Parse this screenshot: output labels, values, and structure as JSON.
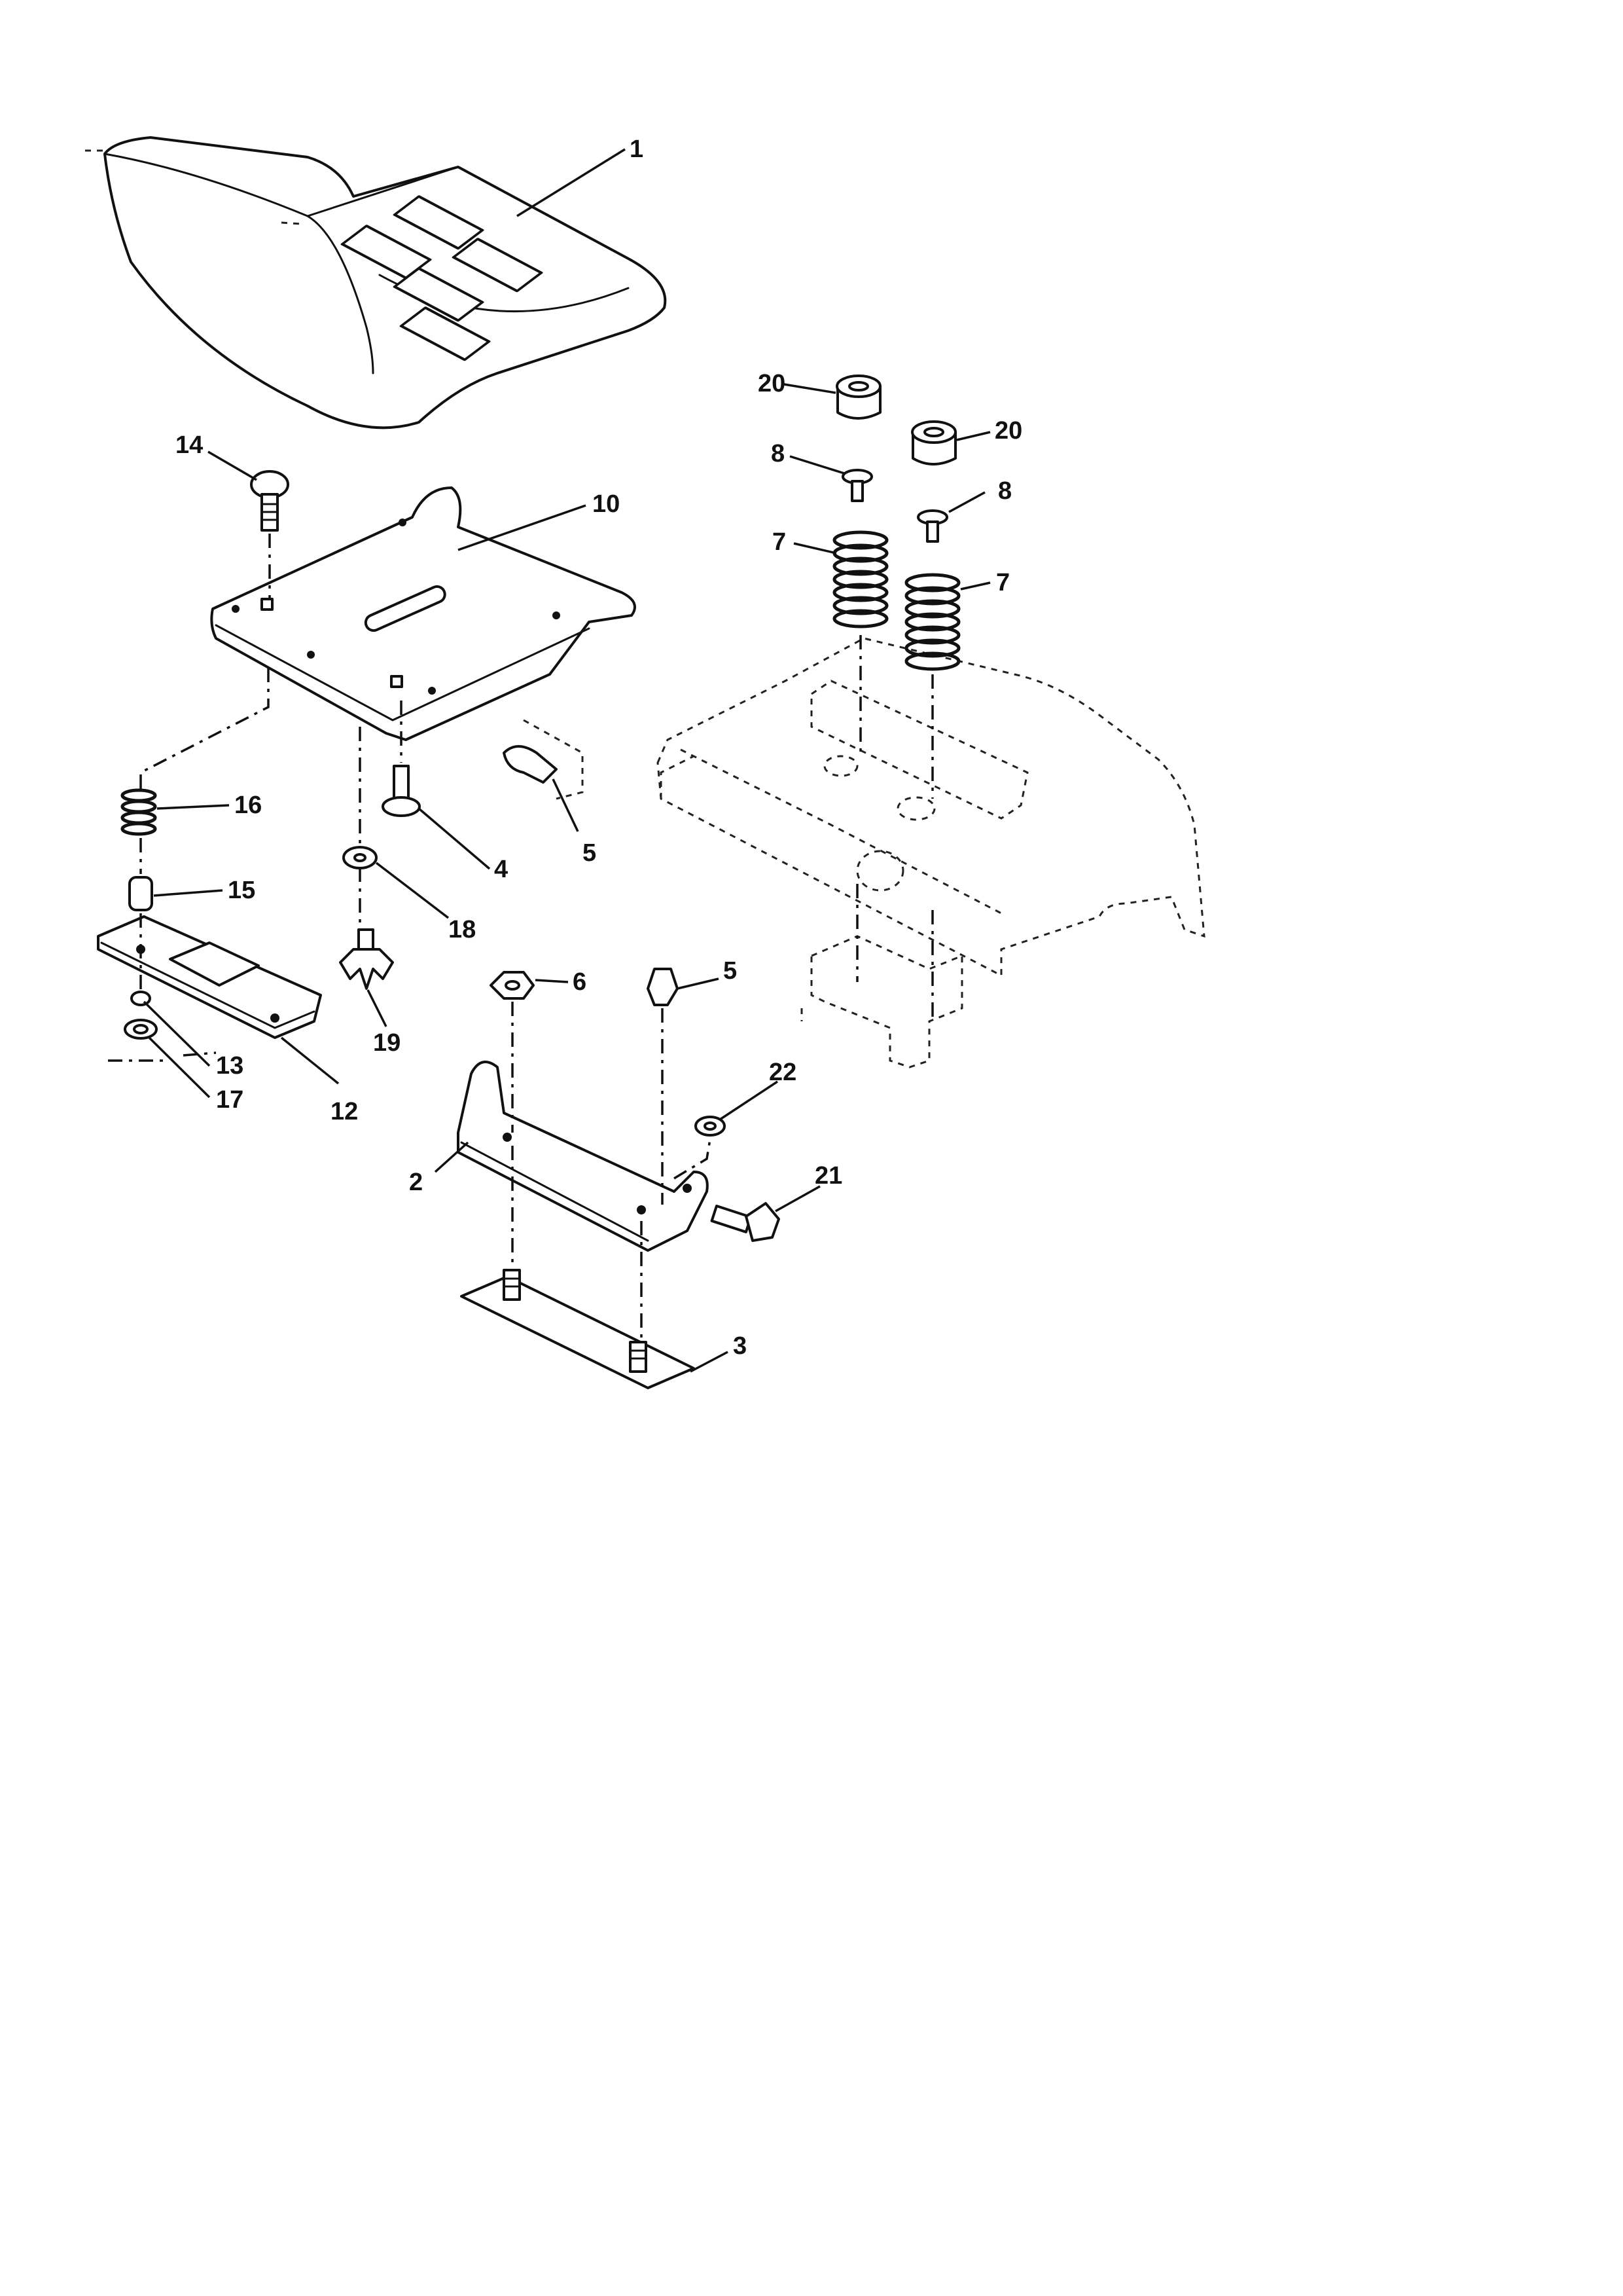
{
  "diagram": {
    "type": "exploded-parts-diagram",
    "callouts": [
      "1",
      "2",
      "3",
      "4",
      "5",
      "5",
      "6",
      "7",
      "7",
      "8",
      "8",
      "10",
      "12",
      "13",
      "14",
      "15",
      "16",
      "17",
      "18",
      "19",
      "20",
      "20",
      "21",
      "22"
    ]
  },
  "colors": {
    "ink": "#111111",
    "paper": "#ffffff"
  }
}
